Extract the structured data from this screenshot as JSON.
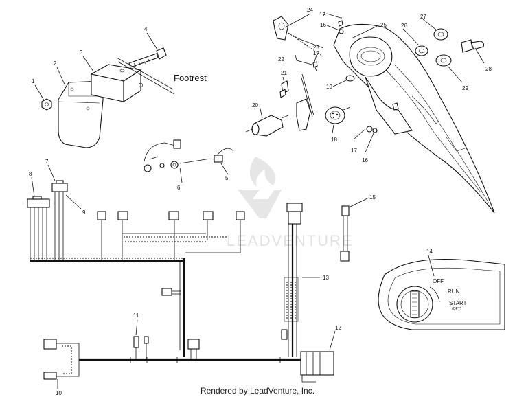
{
  "callouts": {
    "c1": "1",
    "c2": "2",
    "c3": "3",
    "c4": "4",
    "c5": "5",
    "c6": "6",
    "c7": "7",
    "c8": "8",
    "c9": "9",
    "c10": "10",
    "c11": "11",
    "c12": "12",
    "c13": "13",
    "c14": "14",
    "c15": "15",
    "c16a": "16",
    "c16b": "16",
    "c17a": "17",
    "c17b": "17",
    "c17c": "17",
    "c18": "18",
    "c19": "19",
    "c20": "20",
    "c21": "21",
    "c22": "22",
    "c23": "23",
    "c24": "24",
    "c25": "25",
    "c26": "26",
    "c27": "27",
    "c28": "28",
    "c29": "29"
  },
  "footrest_label": "Footrest",
  "ignition": {
    "off": "OFF",
    "run": "RUN",
    "start": "START",
    "start_opt": "(OPT)"
  },
  "watermark": "LEADVENTURE",
  "footer": "Rendered by LeadVenture, Inc."
}
